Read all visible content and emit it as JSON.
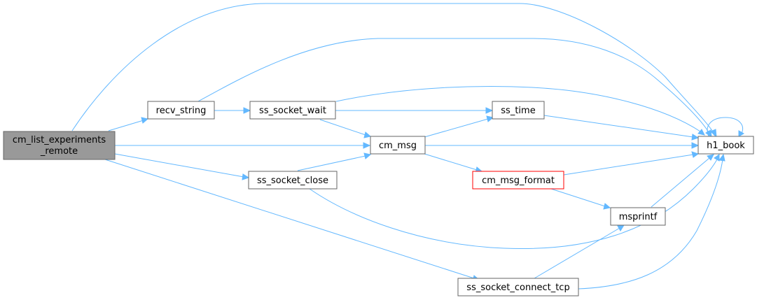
{
  "colors": {
    "edge": "#63b8ff",
    "node_border": "#666666",
    "root_fill": "#999999",
    "highlight_border": "#ff0000",
    "text": "#000000"
  },
  "nodes": {
    "cm_list_experiments_remote": {
      "lines": [
        "cm_list_experiments",
        "_remote"
      ]
    },
    "recv_string": {
      "lines": [
        "recv_string"
      ]
    },
    "ss_socket_wait": {
      "lines": [
        "ss_socket_wait"
      ]
    },
    "ss_socket_close": {
      "lines": [
        "ss_socket_close"
      ]
    },
    "cm_msg": {
      "lines": [
        "cm_msg"
      ]
    },
    "ss_time": {
      "lines": [
        "ss_time"
      ]
    },
    "cm_msg_format": {
      "lines": [
        "cm_msg_format"
      ]
    },
    "msprintf": {
      "lines": [
        "msprintf"
      ]
    },
    "ss_socket_connect_tcp": {
      "lines": [
        "ss_socket_connect_tcp"
      ]
    },
    "h1_book": {
      "lines": [
        "h1_book"
      ]
    }
  },
  "edges": [
    [
      "cm_list_experiments_remote",
      "h1_book"
    ],
    [
      "cm_list_experiments_remote",
      "recv_string"
    ],
    [
      "cm_list_experiments_remote",
      "cm_msg"
    ],
    [
      "cm_list_experiments_remote",
      "ss_socket_close"
    ],
    [
      "cm_list_experiments_remote",
      "ss_socket_connect_tcp"
    ],
    [
      "recv_string",
      "ss_socket_wait"
    ],
    [
      "recv_string",
      "h1_book"
    ],
    [
      "ss_socket_wait",
      "ss_time"
    ],
    [
      "ss_socket_wait",
      "cm_msg"
    ],
    [
      "ss_socket_wait",
      "h1_book"
    ],
    [
      "ss_socket_close",
      "cm_msg"
    ],
    [
      "ss_socket_close",
      "h1_book"
    ],
    [
      "cm_msg",
      "ss_time"
    ],
    [
      "cm_msg",
      "h1_book"
    ],
    [
      "cm_msg",
      "cm_msg_format"
    ],
    [
      "ss_time",
      "h1_book"
    ],
    [
      "cm_msg_format",
      "h1_book"
    ],
    [
      "cm_msg_format",
      "msprintf"
    ],
    [
      "msprintf",
      "h1_book"
    ],
    [
      "ss_socket_connect_tcp",
      "msprintf"
    ],
    [
      "ss_socket_connect_tcp",
      "h1_book"
    ],
    [
      "h1_book",
      "h1_book"
    ]
  ]
}
